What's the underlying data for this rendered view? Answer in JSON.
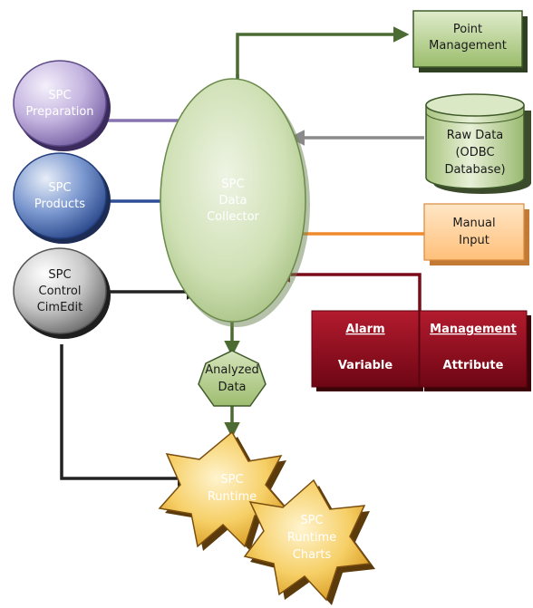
{
  "nodes": {
    "point_management": [
      "Point",
      "Management"
    ],
    "raw_data": [
      "Raw Data",
      "(ODBC",
      "Database)"
    ],
    "manual_input": [
      "Manual",
      "Input"
    ],
    "spc_preparation": [
      "SPC",
      "Preparation"
    ],
    "spc_products": [
      "SPC",
      "Products"
    ],
    "spc_control": [
      "SPC",
      "Control",
      "CimEdit"
    ],
    "data_collector": [
      "SPC",
      "Data",
      "Collector"
    ],
    "analyzed_data": [
      "Analyzed",
      "Data"
    ],
    "spc_runtime": [
      "SPC",
      "Runtime"
    ],
    "spc_runtime_charts": [
      "SPC",
      "Runtime",
      "Charts"
    ]
  },
  "alarm_box": {
    "title": "Alarm",
    "label": "Variable"
  },
  "management_box": {
    "title": "Management",
    "label": "Attribute"
  },
  "colors": {
    "green_box": "#a8c878",
    "ellipse_green": "#c4d8a4",
    "purple": "#a996c8",
    "blue": "#3c5fa6",
    "gray": "#9a9a9a",
    "orange": "#ffc98a",
    "dark_red": "#8f0a1c",
    "gold": "#f2c34a",
    "hexagon_green": "#b3cc86"
  }
}
